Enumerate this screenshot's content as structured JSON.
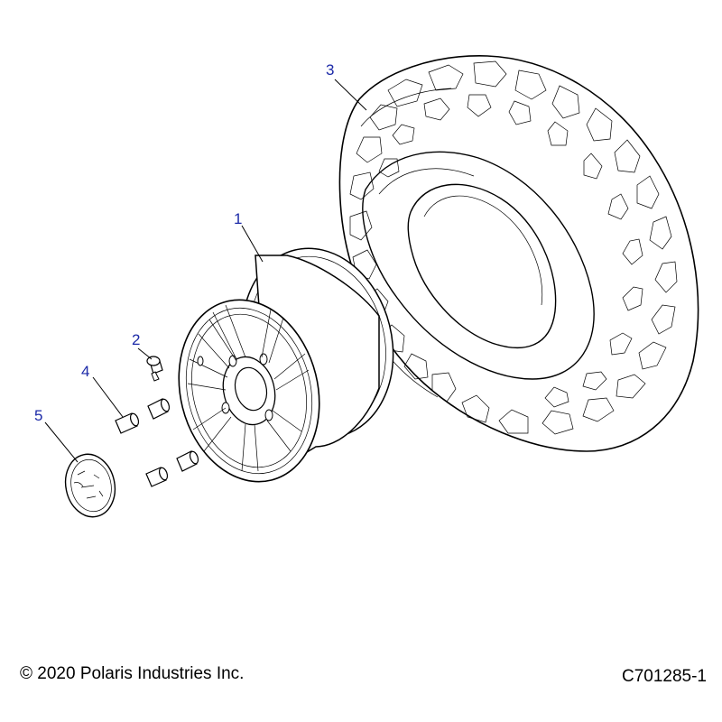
{
  "callouts": [
    {
      "id": "1",
      "part": "wheel-rim"
    },
    {
      "id": "2",
      "part": "valve-stem"
    },
    {
      "id": "3",
      "part": "tire"
    },
    {
      "id": "4",
      "part": "lug-nut"
    },
    {
      "id": "5",
      "part": "center-cap"
    }
  ],
  "footer": {
    "copyright": "© 2020 Polaris Industries Inc.",
    "figure_id": "C701285-1"
  }
}
